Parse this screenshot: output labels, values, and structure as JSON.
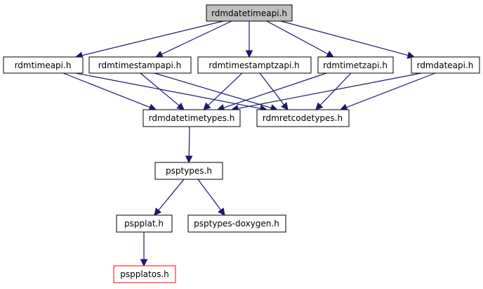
{
  "colors": {
    "edge": "#191970",
    "node_border": "#000000",
    "root_fill": "#bfbfbf",
    "missing_border": "#ff0000"
  },
  "nodes": {
    "rdmdatetimeapi": "rdmdatetimeapi.h",
    "rdmtimeapi": "rdmtimeapi.h",
    "rdmtimestampapi": "rdmtimestampapi.h",
    "rdmtimestamptzapi": "rdmtimestamptzapi.h",
    "rdmtimetzapi": "rdmtimetzapi.h",
    "rdmdateapi": "rdmdateapi.h",
    "rdmdatetimetypes": "rdmdatetimetypes.h",
    "rdmretcodetypes": "rdmretcodetypes.h",
    "psptypes": "psptypes.h",
    "pspplat": "pspplat.h",
    "psptypes_doxygen": "psptypes-doxygen.h",
    "pspplatos": "pspplatos.h"
  },
  "edges": [
    [
      "rdmdatetimeapi",
      "rdmtimeapi"
    ],
    [
      "rdmdatetimeapi",
      "rdmtimestampapi"
    ],
    [
      "rdmdatetimeapi",
      "rdmtimestamptzapi"
    ],
    [
      "rdmdatetimeapi",
      "rdmtimetzapi"
    ],
    [
      "rdmdatetimeapi",
      "rdmdateapi"
    ],
    [
      "rdmtimeapi",
      "rdmdatetimetypes"
    ],
    [
      "rdmtimeapi",
      "rdmretcodetypes"
    ],
    [
      "rdmtimestampapi",
      "rdmdatetimetypes"
    ],
    [
      "rdmtimestampapi",
      "rdmretcodetypes"
    ],
    [
      "rdmtimestamptzapi",
      "rdmdatetimetypes"
    ],
    [
      "rdmtimestamptzapi",
      "rdmretcodetypes"
    ],
    [
      "rdmtimetzapi",
      "rdmdatetimetypes"
    ],
    [
      "rdmtimetzapi",
      "rdmretcodetypes"
    ],
    [
      "rdmdateapi",
      "rdmdatetimetypes"
    ],
    [
      "rdmdateapi",
      "rdmretcodetypes"
    ],
    [
      "rdmdatetimetypes",
      "psptypes"
    ],
    [
      "psptypes",
      "pspplat"
    ],
    [
      "psptypes",
      "psptypes_doxygen"
    ],
    [
      "pspplat",
      "pspplatos"
    ]
  ]
}
